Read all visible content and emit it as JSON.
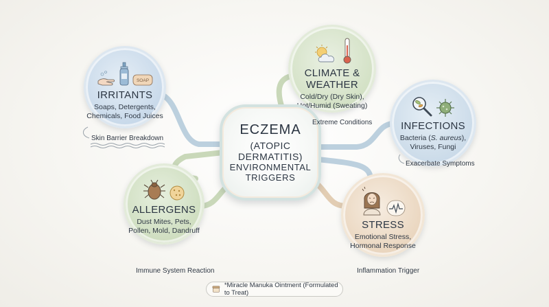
{
  "center": {
    "title": "ECZEMA",
    "subtitle": "(ATOPIC DERMATITIS)",
    "line2": "ENVIRONMENTAL",
    "line3": "TRIGGERS"
  },
  "nodes": {
    "irritants": {
      "title": "IRRITANTS",
      "desc1": "Soaps, Detergents,",
      "desc2": "Chemicals, Food Juices",
      "icon_label": "SOAP"
    },
    "climate": {
      "title1": "CLIMATE &",
      "title2": "WEATHER",
      "desc1": "Cold/Dry (Dry Skin),",
      "desc2": "Hot/Humid (Sweating)"
    },
    "infections": {
      "title": "INFECTIONS",
      "desc1_pre": "Bacteria (",
      "desc1_em": "S. aureus",
      "desc1_post": "),",
      "desc2": "Viruses, Fungi"
    },
    "allergens": {
      "title": "ALLERGENS",
      "desc1": "Dust Mites, Pets,",
      "desc2": "Pollen, Mold, Dandruff"
    },
    "stress": {
      "title": "STRESS",
      "desc1": "Emotional Stress,",
      "desc2": "Hormonal Response"
    }
  },
  "labels": {
    "skin": "Skin Barrier Breakdown",
    "extreme": "Extreme Conditions",
    "exacerbate": "Exacerbate Symptoms",
    "immune": "Immune System Reaction",
    "inflammation": "Inflammation Trigger"
  },
  "footer": {
    "text": "*Miracle Manuka Ointment (Formulated to Treat)"
  },
  "colors": {
    "blue_node": "#c8d9ea",
    "green_node": "#d3e1c5",
    "peach_node": "#ead6bf",
    "connector_blue": "#bcd0de",
    "connector_green": "#c9d8b9",
    "connector_peach": "#e2cdb3",
    "text": "#2b3542"
  },
  "icons": [
    "soap-bottle-icon",
    "hand-icon",
    "soap-bar-icon",
    "sun-cloud-icon",
    "thermometer-icon",
    "magnifier-bacteria-icon",
    "virus-icon",
    "dust-mite-icon",
    "pollen-icon",
    "stressed-woman-icon",
    "heartbeat-icon",
    "jar-icon"
  ]
}
